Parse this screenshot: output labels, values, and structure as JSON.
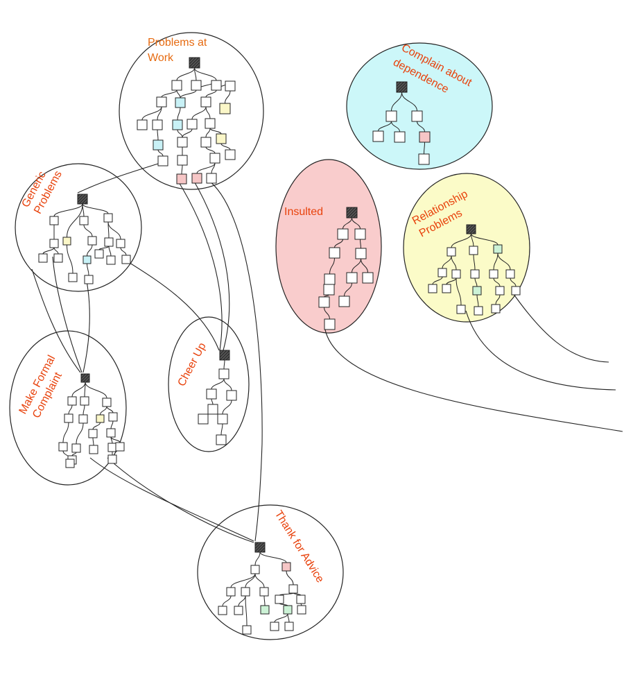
{
  "colors": {
    "label": "#e8420c",
    "label_orange": "#e66a10",
    "fill_cyan": "#ccf7f9",
    "fill_pink": "#f9cccc",
    "fill_yellow": "#fbfbc8",
    "node_cyan": "#c8f1f6",
    "node_pink": "#f6c6c6",
    "node_yellow": "#fbf7c8",
    "node_green": "#ccf2d6",
    "outline": "#222222"
  },
  "clusters": [
    {
      "id": "problems-at-work",
      "label_lines": [
        "Problems at",
        "Work"
      ],
      "fill": "none"
    },
    {
      "id": "generic-problems",
      "label_lines": [
        "Generic",
        "Problems"
      ],
      "fill": "none"
    },
    {
      "id": "make-formal-complaint",
      "label_lines": [
        "Make Formal",
        "Complaint"
      ],
      "fill": "none"
    },
    {
      "id": "cheer-up",
      "label_lines": [
        "Cheer Up"
      ],
      "fill": "none"
    },
    {
      "id": "thank-for-advice",
      "label_lines": [
        "Thank for Advice"
      ],
      "fill": "none"
    },
    {
      "id": "complain-about-dependence",
      "label_lines": [
        "Complain about",
        "dependence"
      ],
      "fill": "cyan"
    },
    {
      "id": "insulted",
      "label_lines": [
        "Insulted"
      ],
      "fill": "pink"
    },
    {
      "id": "relationship-problems",
      "label_lines": [
        "Relationship",
        "Problems"
      ],
      "fill": "yellow"
    }
  ]
}
